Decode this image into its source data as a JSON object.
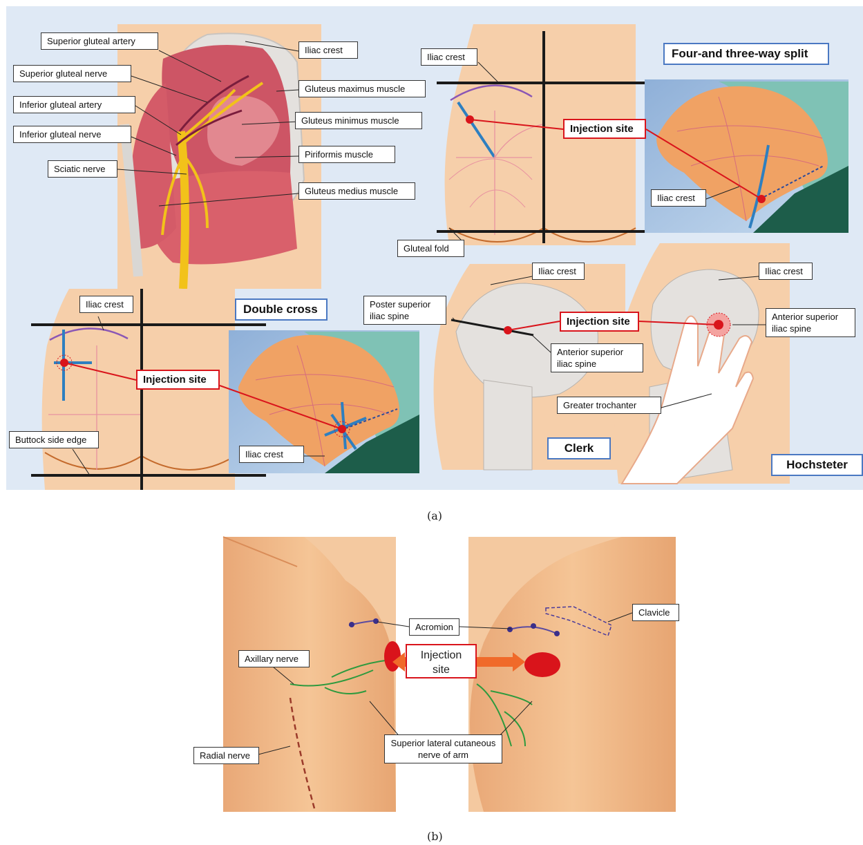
{
  "panel_a": {
    "caption": "(a)",
    "anatomy_labels": {
      "superior_gluteal_artery": "Superior gluteal artery",
      "superior_gluteal_nerve": "Superior gluteal nerve",
      "inferior_gluteal_artery": "Inferior gluteal artery",
      "inferior_gluteal_nerve": "Inferior gluteal nerve",
      "sciatic_nerve": "Sciatic nerve",
      "iliac_crest": "Iliac crest",
      "gluteus_maximus": "Gluteus maximus muscle",
      "gluteus_minimus": "Gluteus minimus muscle",
      "piriformis": "Piriformis muscle",
      "gluteus_medius": "Gluteus medius muscle"
    },
    "four_three_way": {
      "title": "Four-and three-way split",
      "iliac_crest": "Iliac crest",
      "injection_site": "Injection site",
      "iliac_crest_3d": "Iliac crest",
      "gluteal_fold": "Gluteal fold"
    },
    "double_cross": {
      "title": "Double cross",
      "iliac_crest": "Iliac crest",
      "injection_site": "Injection site",
      "buttock_side_edge": "Buttock side edge",
      "iliac_crest_3d": "Iliac crest"
    },
    "clerk": {
      "title": "Clerk",
      "iliac_crest": "Iliac crest",
      "poster_superior": "Poster superior iliac spine",
      "injection_site": "Injection site",
      "anterior_superior": "Anterior superior iliac spine"
    },
    "hochsteter": {
      "title": "Hochsteter",
      "iliac_crest": "Iliac crest",
      "anterior_superior": "Anterior superior iliac spine",
      "greater_trochanter": "Greater trochanter"
    }
  },
  "panel_b": {
    "caption": "(b)",
    "acromion": "Acromion",
    "clavicle": "Clavicle",
    "injection_site": "Injection site",
    "axillary_nerve": "Axillary nerve",
    "radial_nerve": "Radial nerve",
    "superior_lateral": "Superior lateral cutaneous nerve of arm"
  },
  "colors": {
    "background_a": "#dfe9f5",
    "skin": "#f7cda7",
    "accent_red": "#d9141b",
    "method_border": "#4a78c2",
    "muscle": "#d9606b",
    "nerve_yellow": "#f2c21a",
    "axis_blue": "#2e7fc0",
    "crest_purple": "#8a56b5"
  }
}
